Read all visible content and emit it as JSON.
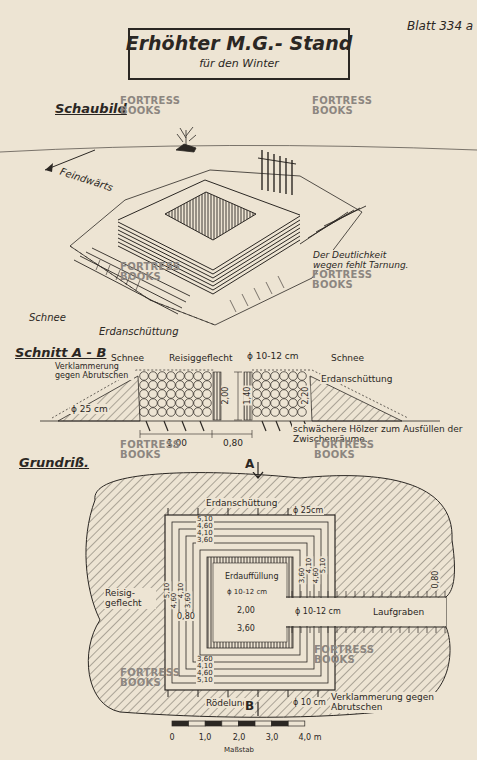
{
  "diagram": {
    "title": "Erhöhter M.G.- Stand",
    "labels": [
      "Blatt 334 a",
      "für den Winter",
      "Schaubild",
      "Feindwärts",
      "Der Deutlichkeit wegen fehlt Tarnung.",
      "Schnee",
      "Erdanschüttung",
      "Schnitt A - B",
      "Schnee",
      "Reisiggeflecht",
      "ϕ 10-12 cm",
      "Schnee",
      "Verklammerung gegen Abrutschen",
      "Erdanschüttung",
      "ϕ 25 cm",
      "2,00",
      "1,40",
      "2,20",
      "schwächere Hölzer zum Ausfüllen der Zwischenräume.",
      "1,00",
      "0,80",
      "Grundriß.",
      "A",
      "Erdanschüttung",
      "ϕ 25cm",
      "5,10",
      "4,60",
      "4,10",
      "3,60",
      "3,60",
      "4,10",
      "4,60",
      "5,10",
      "5,10",
      "4,60",
      "4,10",
      "3,60",
      "3,60",
      "4,10",
      "4,60",
      "5,10",
      "Reisig-geflecht",
      "Erdauffüllung",
      "0,80",
      "2,00",
      "3,60",
      "ϕ 10-12 cm",
      "ϕ 10-12 cm",
      "Laufgraben",
      "0,80",
      "Rödelung",
      "ϕ 10 cm",
      "Verklammerung gegen Abrutschen",
      "B",
      "0",
      "1,0",
      "2,0",
      "3,0",
      "4,0 m",
      "Maßstab",
      "FORTRESS BOOKS",
      "FORTRESS BOOKS",
      "FORTRESS BOOKS",
      "FORTRESS BOOKS",
      "FORTRESS BOOKS",
      "FORTRESS BOOKS",
      "FORTRESS BOOKS",
      "FORTRESS BOOKS"
    ]
  }
}
